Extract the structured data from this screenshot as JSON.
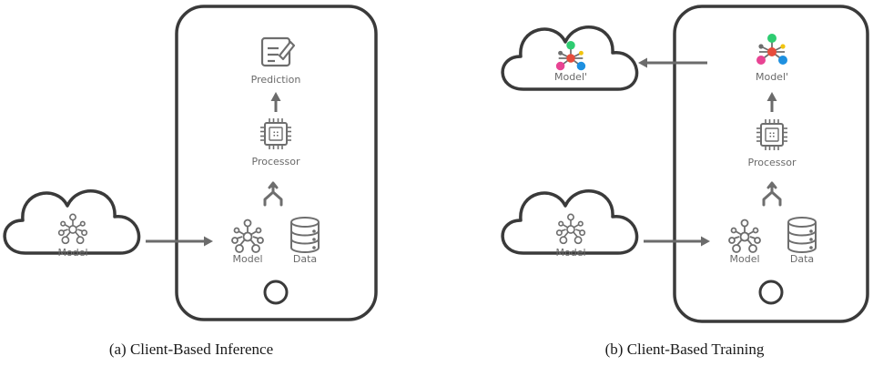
{
  "panel_a": {
    "caption": "(a) Client-Based Inference",
    "cloud_label": "Model",
    "prediction_label": "Prediction",
    "processor_label": "Processor",
    "model_label": "Model",
    "data_label": "Data"
  },
  "panel_b": {
    "caption": "(b) Client-Based Training",
    "cloud_top_label": "Model'",
    "cloud_bottom_label": "Model",
    "updated_model_label": "Model'",
    "processor_label": "Processor",
    "model_label": "Model",
    "data_label": "Data"
  },
  "colors": {
    "outline": "#3a3a3a",
    "icon_gray": "#6e6e6e",
    "arrow_gray": "#6b6b6b",
    "node_green": "#2ecc71",
    "node_pink": "#e84393",
    "node_blue": "#1e90e0",
    "node_red": "#e74c3c",
    "node_yellow": "#f1c40f"
  }
}
